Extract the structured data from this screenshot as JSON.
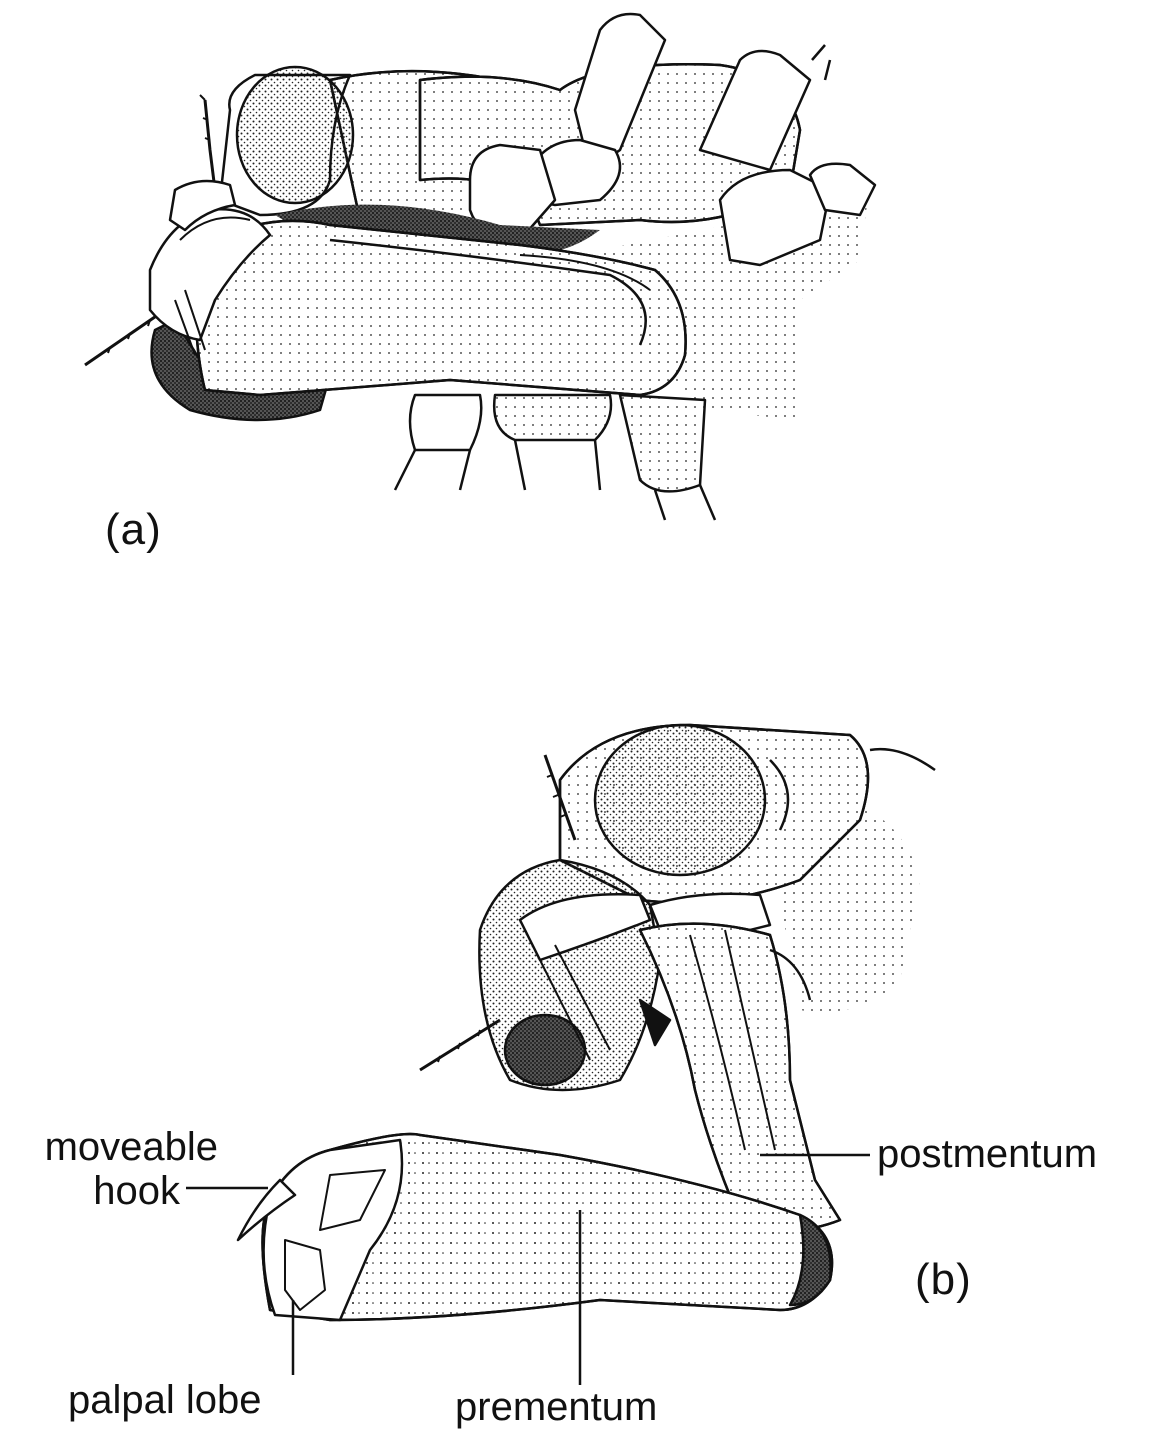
{
  "colors": {
    "ink": "#111111",
    "paper": "#ffffff",
    "stipple": "#222222"
  },
  "panels": [
    {
      "id": "a",
      "label": "(a)"
    },
    {
      "id": "b",
      "label": "(b)"
    }
  ],
  "callouts": {
    "moveable_hook_line1": "moveable",
    "moveable_hook_line2": "hook",
    "postmentum": "postmentum",
    "palpal_lobe": "palpal lobe",
    "prementum": "prementum"
  }
}
